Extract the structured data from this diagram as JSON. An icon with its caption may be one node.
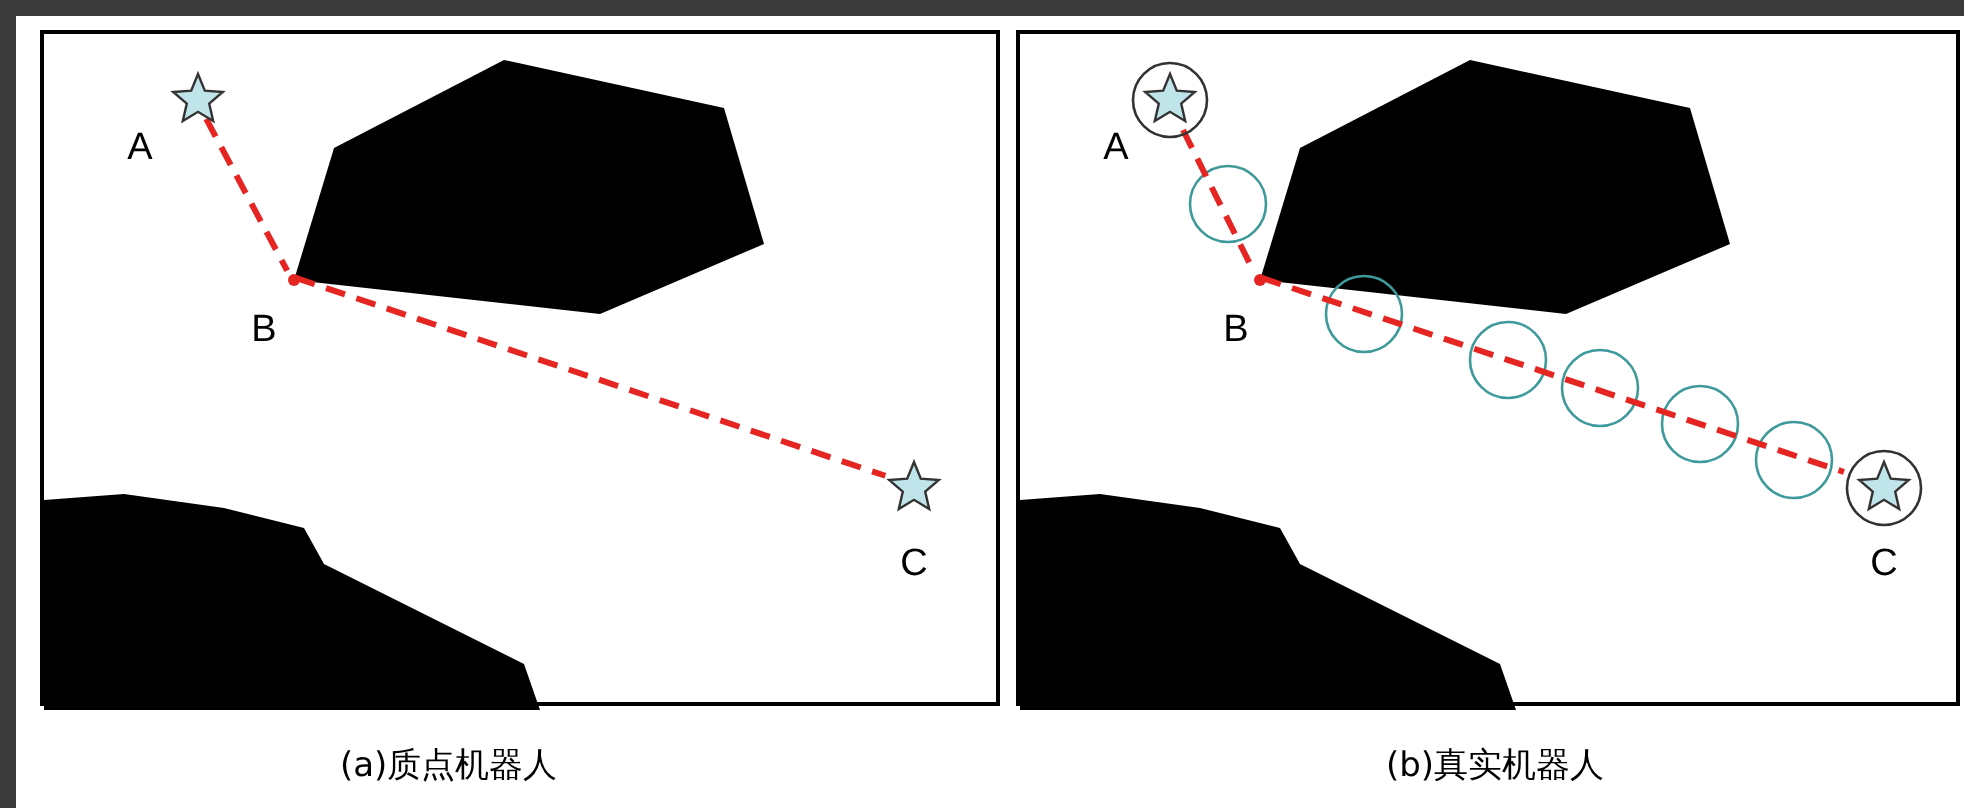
{
  "diagram": {
    "nodes": [
      {
        "text": [],
        "shape": "box",
        "beside": [
          "(a)质点机器人"
        ]
      },
      {
        "text": [],
        "shape": "star",
        "beside": [
          "A"
        ],
        "in": 0
      },
      {
        "text": [],
        "shape": "point",
        "beside": [
          "B"
        ],
        "in": 0
      },
      {
        "text": [],
        "shape": "star",
        "beside": [
          "C"
        ],
        "in": 0
      },
      {
        "text": [],
        "shape": "box",
        "beside": [
          "(b)真实机器人"
        ]
      },
      {
        "text": [],
        "shape": "star",
        "beside": [
          "A"
        ],
        "in": 4
      },
      {
        "text": [],
        "shape": "point",
        "beside": [
          "B"
        ],
        "in": 4
      },
      {
        "text": [],
        "shape": "star",
        "beside": [
          "C"
        ],
        "in": 4
      }
    ],
    "edges": [
      {
        "from": 1,
        "to": 2,
        "arrow": "none",
        "style": "dashed"
      },
      {
        "from": 2,
        "to": 3,
        "arrow": "none",
        "style": "dashed"
      },
      {
        "from": 5,
        "to": 6,
        "arrow": "none",
        "style": "dashed"
      },
      {
        "from": 6,
        "to": 7,
        "arrow": "none",
        "style": "dashed"
      }
    ]
  }
}
